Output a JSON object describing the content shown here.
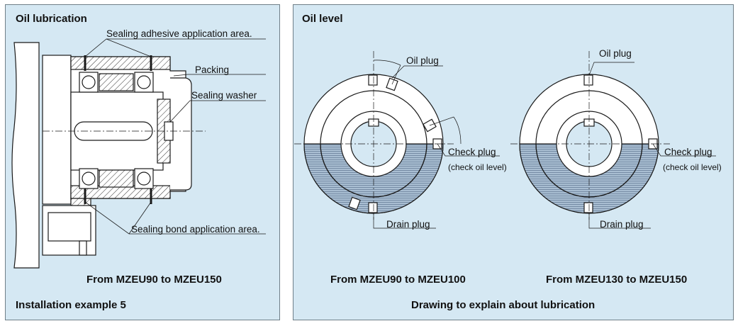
{
  "left_panel": {
    "title": "Oil lubrication",
    "labels": {
      "sealing_adhesive": "Sealing adhesive application area.",
      "packing": "Packing",
      "sealing_washer": "Sealing washer",
      "sealing_bond": "Sealing bond application area."
    },
    "caption_range": "From MZEU90 to MZEU150",
    "caption_example": "Installation example 5"
  },
  "right_panel": {
    "title": "Oil level",
    "left_diagram": {
      "oil_plug": "Oil plug",
      "check_plug": "Check plug",
      "check_note": "(check oil level)",
      "drain_plug": "Drain plug",
      "caption": "From MZEU90 to MZEU100"
    },
    "right_diagram": {
      "oil_plug": "Oil plug",
      "check_plug": "Check plug",
      "check_note": "(check oil level)",
      "drain_plug": "Drain plug",
      "caption": "From MZEU130 to MZEU150"
    },
    "footer_caption": "Drawing to explain about lubrication"
  },
  "colors": {
    "panel_bg": "#d5e8f3",
    "panel_border": "#6f7f88",
    "ring_fill": "#ffffff",
    "oil_fill": "#9fb3c8",
    "line": "#1a1a1a"
  }
}
